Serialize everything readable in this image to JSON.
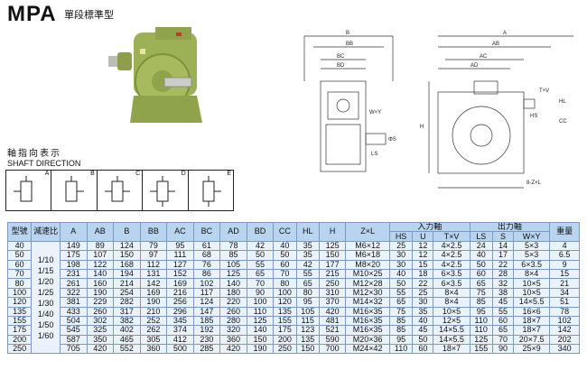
{
  "title": {
    "model": "MPA",
    "subtitle": "單段標準型"
  },
  "direction": {
    "title_cn": "軸指向表示",
    "title_en": "SHAFT DIRECTION",
    "boxes": [
      "A",
      "B",
      "C",
      "D",
      "E"
    ]
  },
  "drawing_labels": {
    "side": [
      "B",
      "BB",
      "BC",
      "BD",
      "W×Y",
      "LS",
      "ΦS"
    ],
    "front": [
      "A",
      "AB",
      "AC",
      "AD",
      "T×V",
      "HS",
      "HL",
      "CC",
      "H",
      "8-Z×L"
    ]
  },
  "table": {
    "header_top": {
      "model": "型號",
      "ratio": "減速比",
      "input_shaft": "入力軸",
      "output_shaft": "出力軸",
      "weight": "重量"
    },
    "columns": [
      "A",
      "AB",
      "B",
      "BB",
      "AC",
      "BC",
      "AD",
      "BD",
      "CC",
      "HL",
      "H",
      "Z×L"
    ],
    "input_cols": [
      "HS",
      "U",
      "T×V"
    ],
    "output_cols": [
      "LS",
      "S",
      "W×Y"
    ],
    "ratio_text": [
      "1/10",
      "1/15",
      "1/20",
      "1/25",
      "1/30",
      "1/40",
      "1/50",
      "1/60"
    ],
    "rows": [
      [
        "40",
        "149",
        "89",
        "124",
        "79",
        "95",
        "61",
        "78",
        "42",
        "40",
        "35",
        "125",
        "M6×12",
        "25",
        "12",
        "4×2.5",
        "24",
        "14",
        "5×3",
        "4"
      ],
      [
        "50",
        "175",
        "107",
        "150",
        "97",
        "111",
        "68",
        "85",
        "50",
        "50",
        "35",
        "150",
        "M6×18",
        "30",
        "12",
        "4×2.5",
        "40",
        "17",
        "5×3",
        "6.5"
      ],
      [
        "60",
        "198",
        "122",
        "168",
        "112",
        "127",
        "76",
        "105",
        "55",
        "60",
        "42",
        "177",
        "M8×20",
        "30",
        "15",
        "4×2.5",
        "50",
        "22",
        "6×3.5",
        "9"
      ],
      [
        "70",
        "231",
        "140",
        "194",
        "131",
        "152",
        "86",
        "125",
        "65",
        "70",
        "55",
        "215",
        "M10×25",
        "40",
        "18",
        "6×3.5",
        "60",
        "28",
        "8×4",
        "15"
      ],
      [
        "80",
        "261",
        "160",
        "214",
        "142",
        "169",
        "102",
        "140",
        "70",
        "80",
        "65",
        "250",
        "M12×28",
        "50",
        "22",
        "6×3.5",
        "65",
        "32",
        "10×5",
        "21"
      ],
      [
        "100",
        "322",
        "190",
        "254",
        "169",
        "216",
        "117",
        "180",
        "90",
        "100",
        "80",
        "310",
        "M12×30",
        "55",
        "25",
        "8×4",
        "75",
        "38",
        "10×5",
        "34"
      ],
      [
        "120",
        "381",
        "229",
        "282",
        "190",
        "256",
        "124",
        "220",
        "100",
        "120",
        "95",
        "370",
        "M14×32",
        "65",
        "30",
        "8×4",
        "85",
        "45",
        "14×5.5",
        "51"
      ],
      [
        "135",
        "433",
        "260",
        "317",
        "210",
        "296",
        "147",
        "260",
        "110",
        "135",
        "105",
        "420",
        "M16×35",
        "75",
        "35",
        "10×5",
        "95",
        "55",
        "16×6",
        "78"
      ],
      [
        "155",
        "504",
        "302",
        "382",
        "252",
        "345",
        "185",
        "280",
        "125",
        "155",
        "115",
        "481",
        "M16×35",
        "85",
        "40",
        "12×5",
        "110",
        "60",
        "18×7",
        "102"
      ],
      [
        "175",
        "545",
        "325",
        "402",
        "262",
        "374",
        "192",
        "320",
        "140",
        "175",
        "123",
        "521",
        "M16×35",
        "85",
        "45",
        "14×5.5",
        "110",
        "65",
        "18×7",
        "142"
      ],
      [
        "200",
        "587",
        "350",
        "465",
        "305",
        "412",
        "230",
        "360",
        "150",
        "200",
        "135",
        "590",
        "M20×36",
        "95",
        "50",
        "14×5.5",
        "125",
        "70",
        "20×7.5",
        "202"
      ],
      [
        "250",
        "705",
        "420",
        "552",
        "360",
        "500",
        "285",
        "420",
        "190",
        "250",
        "150",
        "700",
        "M24×42",
        "110",
        "60",
        "18×7",
        "155",
        "90",
        "25×9",
        "340"
      ]
    ]
  }
}
